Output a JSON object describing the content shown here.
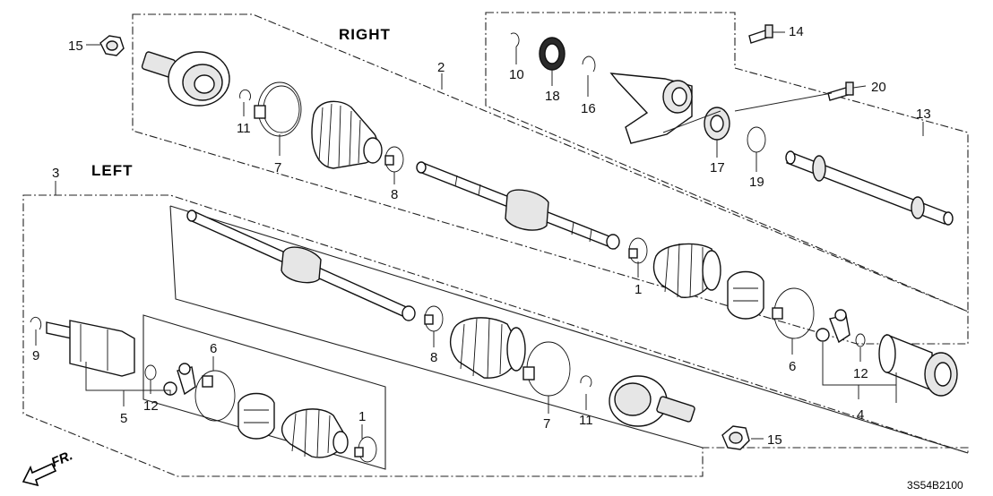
{
  "diagram": {
    "headings": {
      "right": "RIGHT",
      "left": "LEFT"
    },
    "front_marker": "FR.",
    "diagram_code": "3S54B2100",
    "callouts": {
      "c1a": "1",
      "c1b": "1",
      "c2": "2",
      "c3": "3",
      "c4": "4",
      "c5": "5",
      "c6a": "6",
      "c6b": "6",
      "c7a": "7",
      "c7b": "7",
      "c8a": "8",
      "c8b": "8",
      "c9": "9",
      "c10": "10",
      "c11a": "11",
      "c11b": "11",
      "c12a": "12",
      "c12b": "12",
      "c13": "13",
      "c14": "14",
      "c15a": "15",
      "c15b": "15",
      "c16": "16",
      "c17": "17",
      "c18": "18",
      "c19": "19",
      "c20": "20"
    }
  }
}
